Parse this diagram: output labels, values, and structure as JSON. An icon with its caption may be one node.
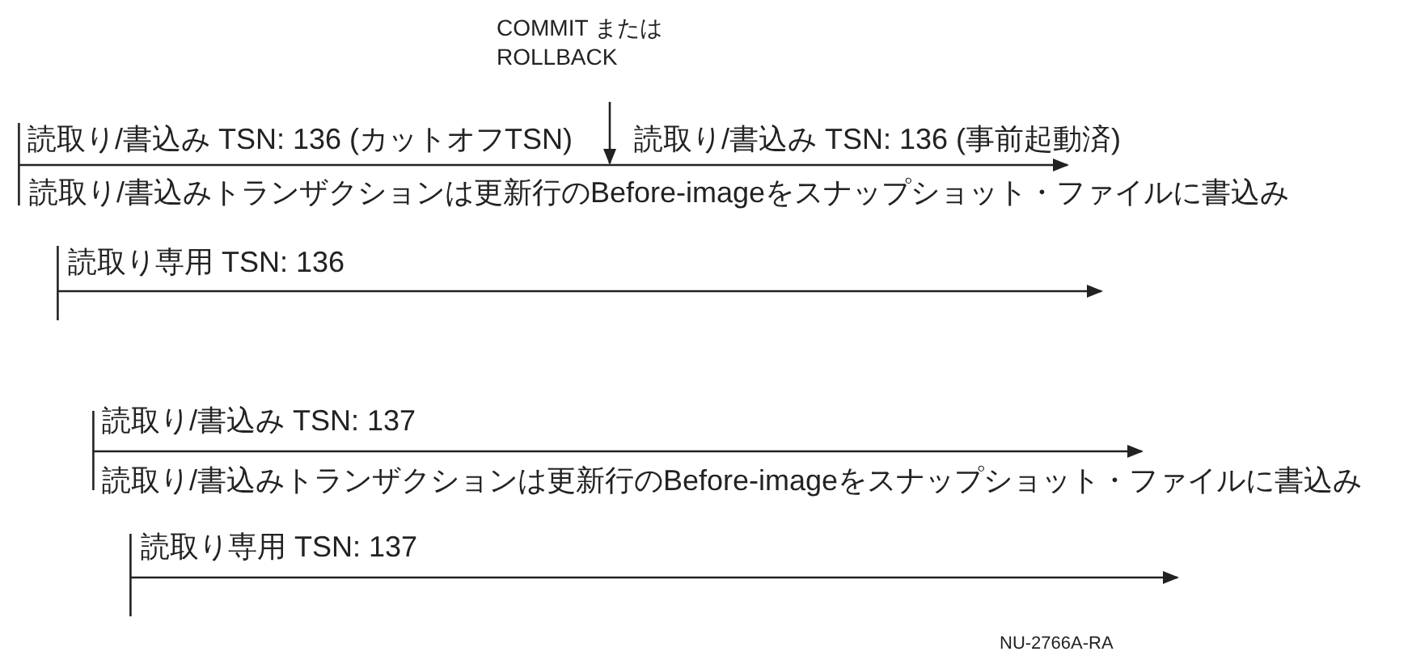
{
  "diagram": {
    "nodes": [
      {
        "text": [
          "COMMIT または ROLLBACK"
        ]
      },
      {
        "text": [
          "読取り/書込み TSN: 136 (カットオフTSN)",
          "読取り/書込み TSN: 136 (事前起動済)",
          "読取り/書込みトランザクションは更新行のBefore-imageをスナップショット・ファイルに書込み"
        ]
      },
      {
        "text": [
          "読取り専用 TSN: 136"
        ]
      },
      {
        "text": [
          "読取り/書込み TSN: 137",
          "読取り/書込みトランザクションは更新行のBefore-imageをスナップショット・ファイルに書込み"
        ]
      },
      {
        "text": [
          "読取り専用 TSN: 137"
        ]
      }
    ],
    "edges": [
      {
        "from": 0,
        "to": 1,
        "arrow": "to"
      }
    ],
    "labels": [
      "NU-2766A-RA"
    ]
  }
}
